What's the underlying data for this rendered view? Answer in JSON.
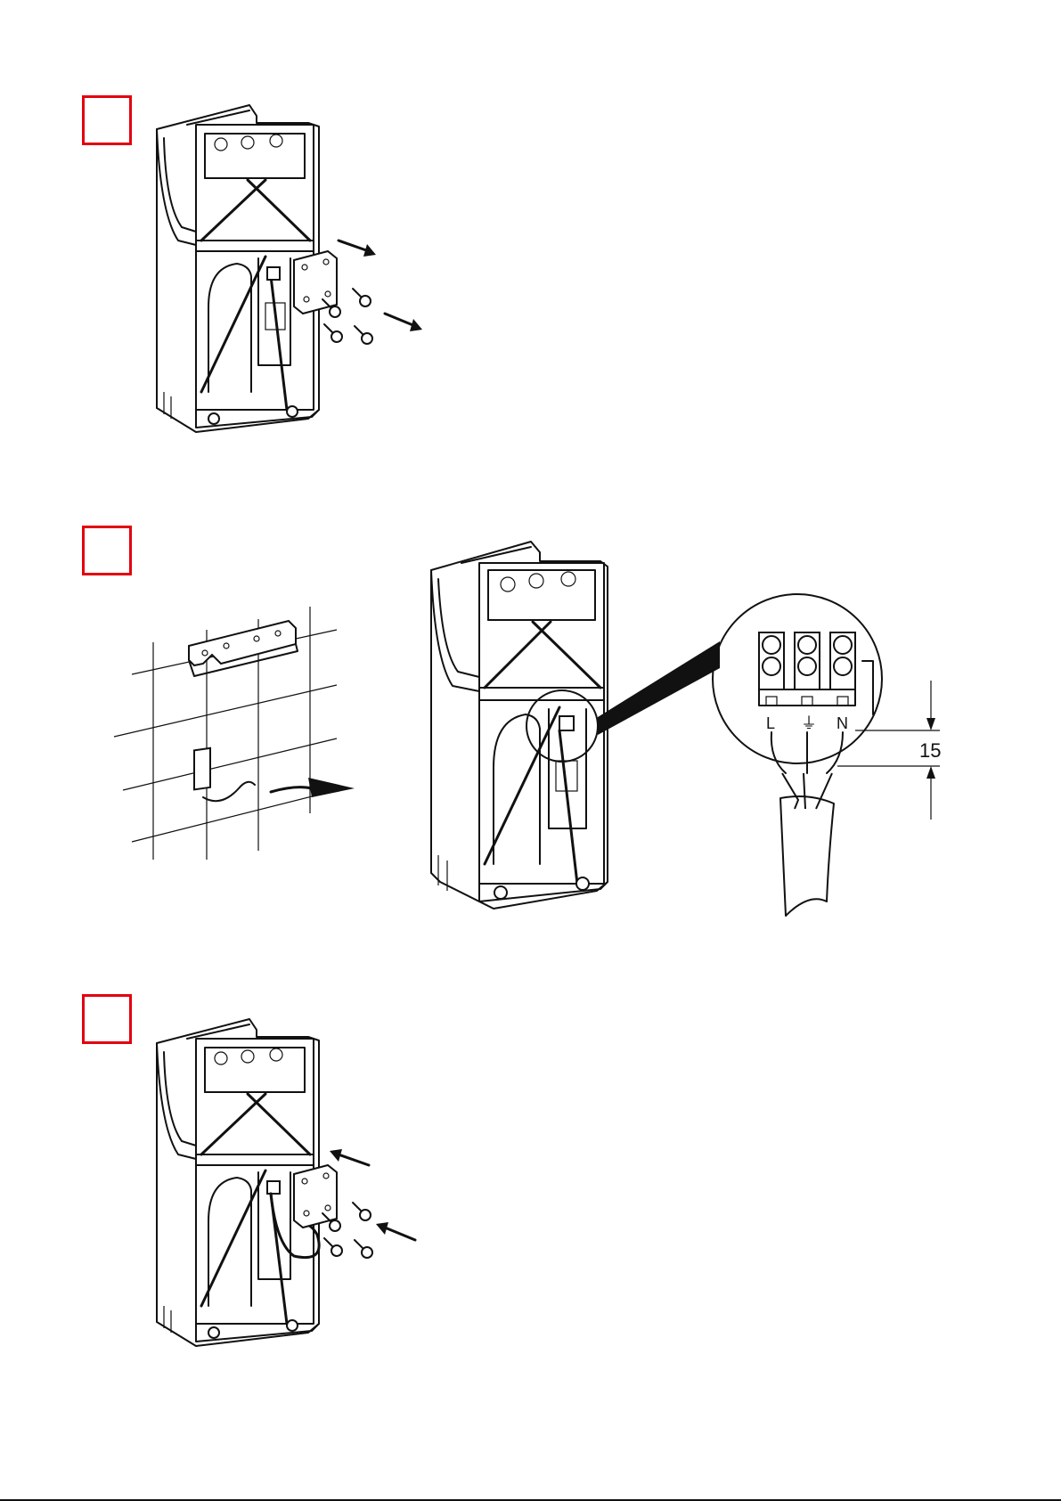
{
  "steps": [
    {
      "id": "step-1",
      "label": ""
    },
    {
      "id": "step-2",
      "label": ""
    },
    {
      "id": "step-3",
      "label": ""
    }
  ],
  "terminal": {
    "live": "L",
    "earth": "⏚",
    "neutral": "N",
    "strip_length": "15"
  },
  "colors": {
    "step_box": "#e3000f",
    "line": "#111111"
  }
}
